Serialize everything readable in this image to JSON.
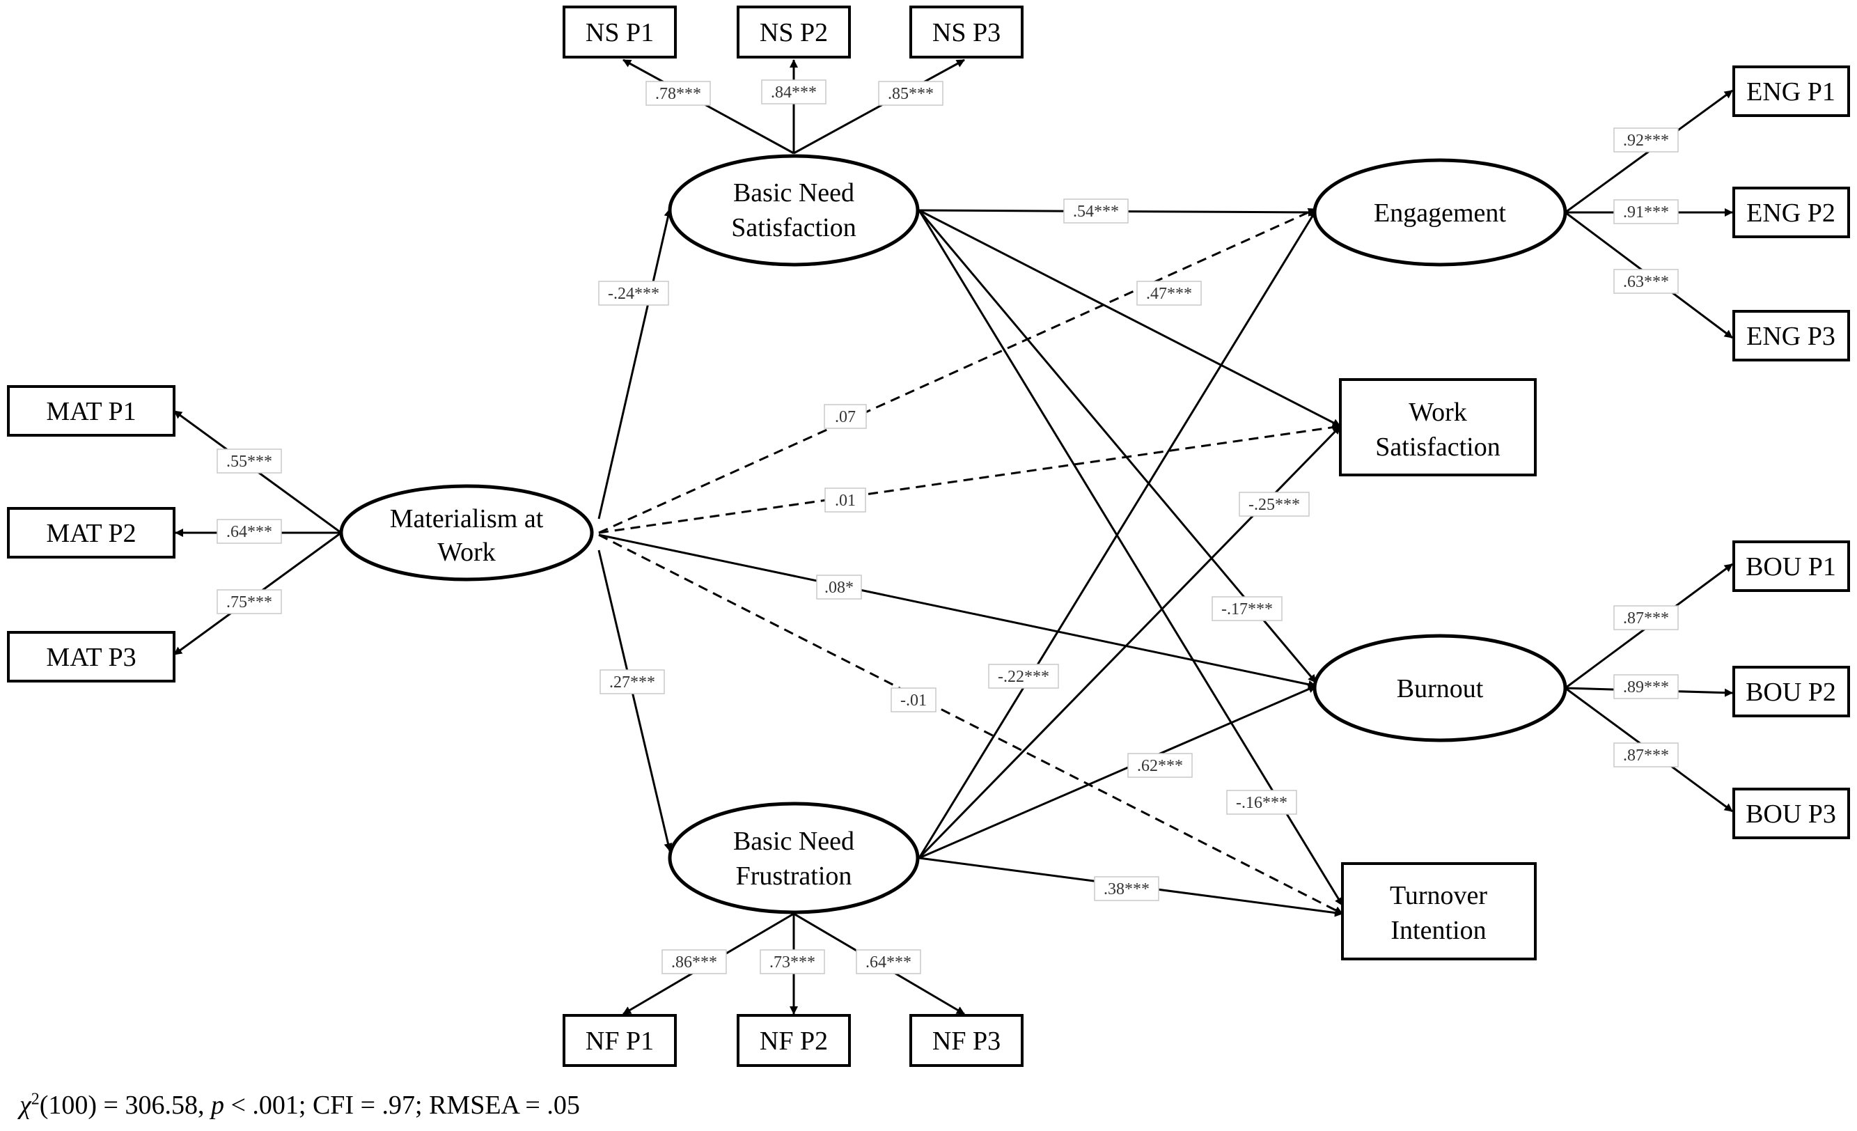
{
  "nodes": {
    "mat": {
      "line1": "Materialism at",
      "line2": "Work"
    },
    "bns": {
      "line1": "Basic Need",
      "line2": "Satisfaction"
    },
    "bnf": {
      "line1": "Basic Need",
      "line2": "Frustration"
    },
    "eng": {
      "line1": "Engagement"
    },
    "bou": {
      "line1": "Burnout"
    },
    "ws": {
      "line1": "Work",
      "line2": "Satisfaction"
    },
    "ti": {
      "line1": "Turnover",
      "line2": "Intention"
    },
    "ns1": "NS P1",
    "ns2": "NS P2",
    "ns3": "NS P3",
    "nf1": "NF P1",
    "nf2": "NF P2",
    "nf3": "NF P3",
    "mat1": "MAT P1",
    "mat2": "MAT P2",
    "mat3": "MAT P3",
    "eng1": "ENG P1",
    "eng2": "ENG P2",
    "eng3": "ENG P3",
    "bou1": "BOU P1",
    "bou2": "BOU P2",
    "bou3": "BOU P3"
  },
  "coefficients": {
    "ns1": ".78***",
    "ns2": ".84***",
    "ns3": ".85***",
    "nf1": ".86***",
    "nf2": ".73***",
    "nf3": ".64***",
    "mat1": ".55***",
    "mat2": ".64***",
    "mat3": ".75***",
    "eng1": ".92***",
    "eng2": ".91***",
    "eng3": ".63***",
    "bou1": ".87***",
    "bou2": ".89***",
    "bou3": ".87***",
    "mat_bns": "-.24***",
    "mat_bnf": ".27***",
    "mat_eng": ".07",
    "mat_ws": ".01",
    "mat_bou": ".08*",
    "mat_ti": "-.01",
    "bns_eng": ".54***",
    "bns_ws": ".47***",
    "bns_bou": "-.17***",
    "bns_ti": "-.16***",
    "bnf_eng": "-.22***",
    "bnf_ws": "-.25***",
    "bnf_bou": ".62***",
    "bnf_ti": ".38***"
  },
  "fit": {
    "chi": "χ",
    "sup": "2",
    "df": "(100) = 306.58, ",
    "p": "p",
    "rest": " < .001; CFI = .97; RMSEA = .05"
  }
}
